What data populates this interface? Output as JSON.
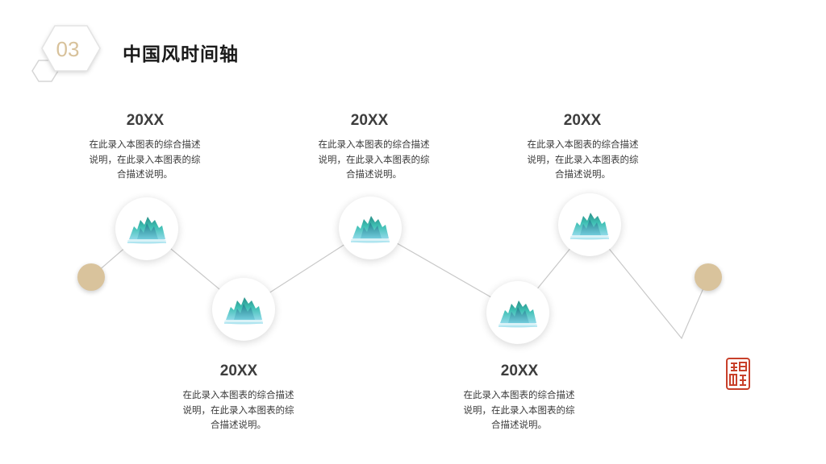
{
  "header": {
    "section_number": "03",
    "title": "中国风时间轴"
  },
  "timeline": {
    "items": [
      {
        "year": "20XX",
        "text": "在此录入本图表的综合描述\n说明，在此录入本图表的综\n合描述说明。"
      },
      {
        "year": "20XX",
        "text": "在此录入本图表的综合描述\n说明，在此录入本图表的综\n合描述说明。"
      },
      {
        "year": "20XX",
        "text": "在此录入本图表的综合描述\n说明，在此录入本图表的综\n合描述说明。"
      },
      {
        "year": "20XX",
        "text": "在此录入本图表的综合描述\n说明，在此录入本图表的综\n合描述说明。"
      },
      {
        "year": "20XX",
        "text": "在此录入本图表的综合描述\n说明，在此录入本图表的综\n合描述说明。"
      }
    ],
    "node_icon": "mountain-icon",
    "accent_color": "#d9c39c",
    "line_color": "#c8c8c8"
  },
  "seal": {
    "icon": "red-seal-stamp-icon",
    "color": "#c8402a"
  }
}
